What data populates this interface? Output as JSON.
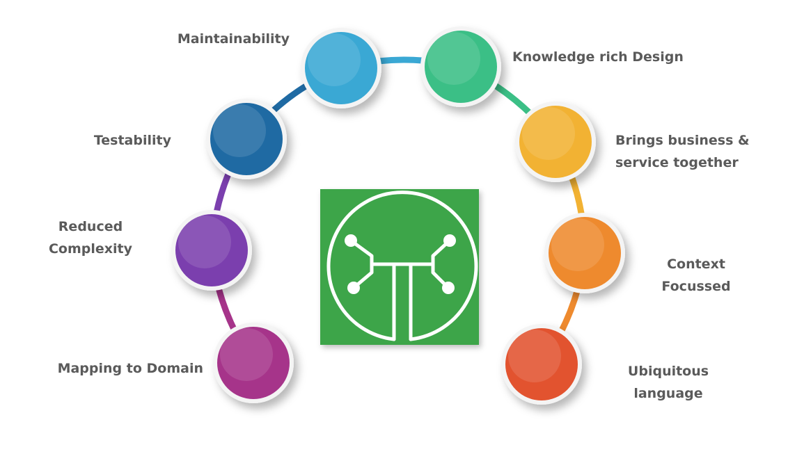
{
  "nodes": [
    {
      "id": "maintainability",
      "label": "Maintainability",
      "color": "#3aa8d4"
    },
    {
      "id": "knowledge-rich-design",
      "label": "Knowledge rich Design",
      "color": "#3bbf86"
    },
    {
      "id": "brings-business",
      "label": "Brings  business &\nservice together",
      "color": "#f2b233"
    },
    {
      "id": "context-focussed",
      "label": "Context\nFocussed",
      "color": "#ee8a2e"
    },
    {
      "id": "ubiquitous-language",
      "label": "Ubiquitous\nlanguage",
      "color": "#e2532f"
    },
    {
      "id": "mapping-to-domain",
      "label": "Mapping to Domain",
      "color": "#a6348a"
    },
    {
      "id": "reduced-complexity",
      "label": "Reduced\nComplexity",
      "color": "#7b3fae"
    },
    {
      "id": "testability",
      "label": "Testability",
      "color": "#1f6aa3"
    }
  ],
  "center_logo": {
    "icon": "domain-tree-icon",
    "background": "#3da54a"
  },
  "label_color": "#5a5a5a"
}
